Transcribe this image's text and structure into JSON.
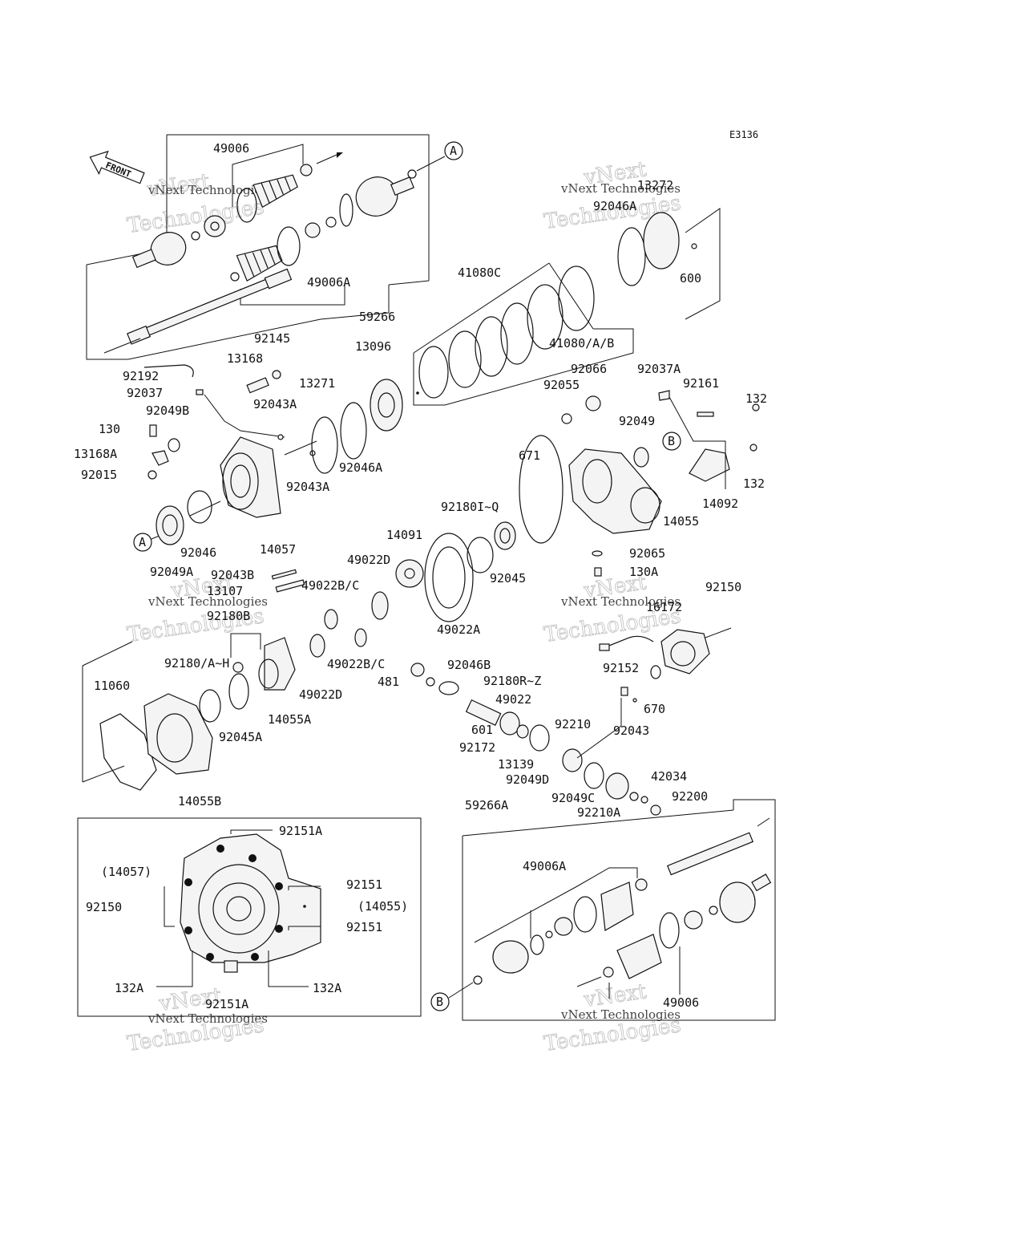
{
  "diagram_code": "E3136",
  "front_label": "FRONT",
  "watermark": {
    "line1": "vNext Technologies",
    "line2": "vNext",
    "line3": "Technologies"
  },
  "callouts": {
    "a": "A",
    "b": "B"
  },
  "labels": [
    "49006",
    "49006A",
    "59266",
    "41080C",
    "41080/A/B",
    "13272",
    "92046A",
    "600",
    "92145",
    "13168",
    "92192",
    "92037",
    "13096",
    "13271",
    "92043A",
    "92049B",
    "130",
    "13168A",
    "92015",
    "92046A",
    "92043A",
    "14057",
    "92046",
    "92049A",
    "92066",
    "92037A",
    "92161",
    "132",
    "92055",
    "92049",
    "671",
    "92180I~Q",
    "14091",
    "14092",
    "132",
    "14055",
    "92065",
    "130A",
    "49022D",
    "92043B",
    "49022B/C",
    "13107",
    "92045",
    "49022A",
    "92150",
    "92180B",
    "16172",
    "92180/A~H",
    "11060",
    "49022B/C",
    "92046B",
    "481",
    "92180R~Z",
    "49022D",
    "14055A",
    "92045A",
    "49022",
    "601",
    "92210",
    "92172",
    "92152",
    "92043",
    "670",
    "13139",
    "42034",
    "92049D",
    "92049C",
    "92200",
    "92210A",
    "14055B",
    "59266A",
    "92151A",
    "(14057)",
    "92151",
    "92150",
    "(14055)",
    "92151",
    "132A",
    "132A",
    "92151A",
    "49006A",
    "49006"
  ]
}
